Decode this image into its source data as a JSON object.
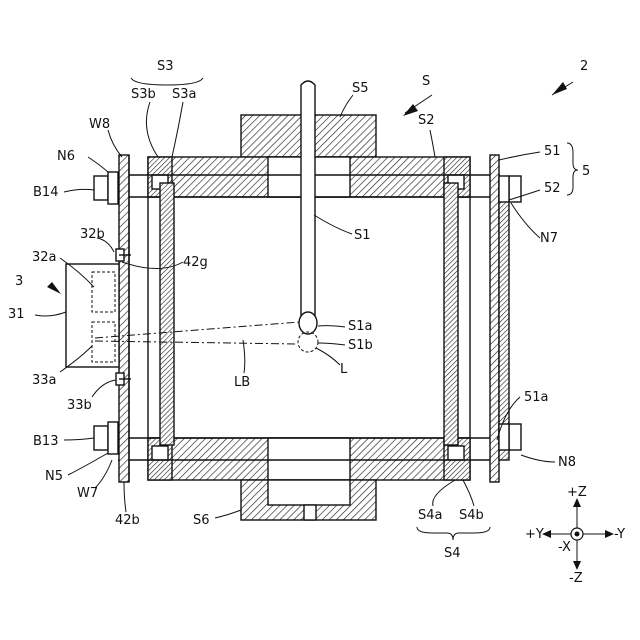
{
  "figure": {
    "labels": {
      "n2": "2",
      "S": "S",
      "S5": "S5",
      "S3": "S3",
      "S3b": "S3b",
      "S3a": "S3a",
      "S2": "S2",
      "W8": "W8",
      "N6": "N6",
      "B14": "B14",
      "n51": "51",
      "n5": "5",
      "n52": "52",
      "N7": "N7",
      "S1": "S1",
      "n32b": "32b",
      "n32a": "32a",
      "n42g": "42g",
      "n3": "3",
      "n31": "31",
      "S1a": "S1a",
      "S1b": "S1b",
      "L": "L",
      "n33a": "33a",
      "LB": "LB",
      "n33b": "33b",
      "n51a": "51a",
      "B13": "B13",
      "N8": "N8",
      "N5": "N5",
      "W7": "W7",
      "n42b": "42b",
      "S6": "S6",
      "S4a": "S4a",
      "S4b": "S4b",
      "S4": "S4"
    },
    "axes": {
      "pz": "+Z",
      "py": "+Y",
      "nx": "-X",
      "ny": "-Y",
      "nz": "-Z"
    }
  }
}
